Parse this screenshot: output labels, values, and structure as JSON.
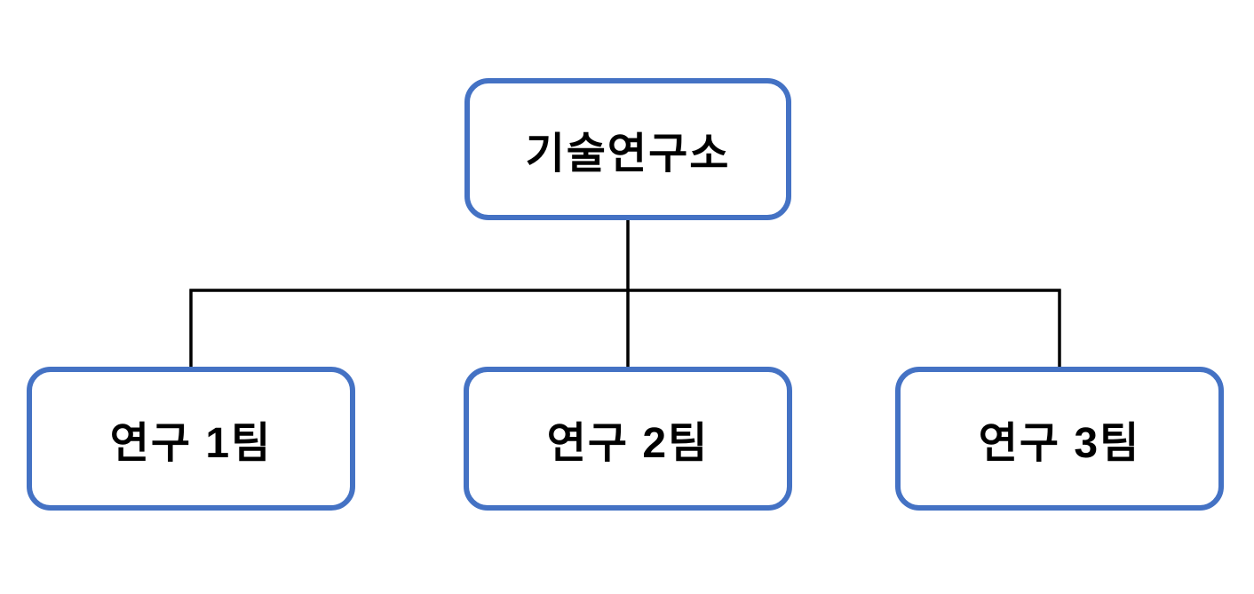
{
  "diagram": {
    "type": "org-chart",
    "nodes": [
      {
        "id": "root",
        "label": "기술연구소"
      },
      {
        "id": "team-1",
        "label": "연구 1팀"
      },
      {
        "id": "team-2",
        "label": "연구 2팀"
      },
      {
        "id": "team-3",
        "label": "연구 3팀"
      }
    ],
    "edges": [
      {
        "from": "root",
        "to": "team-1"
      },
      {
        "from": "root",
        "to": "team-2"
      },
      {
        "from": "root",
        "to": "team-3"
      }
    ],
    "colors": {
      "node_border": "#4472C4",
      "node_fill": "#FFFFFF",
      "node_text": "#000000",
      "connector": "#000000",
      "canvas_background": "#FFFFFF"
    }
  }
}
